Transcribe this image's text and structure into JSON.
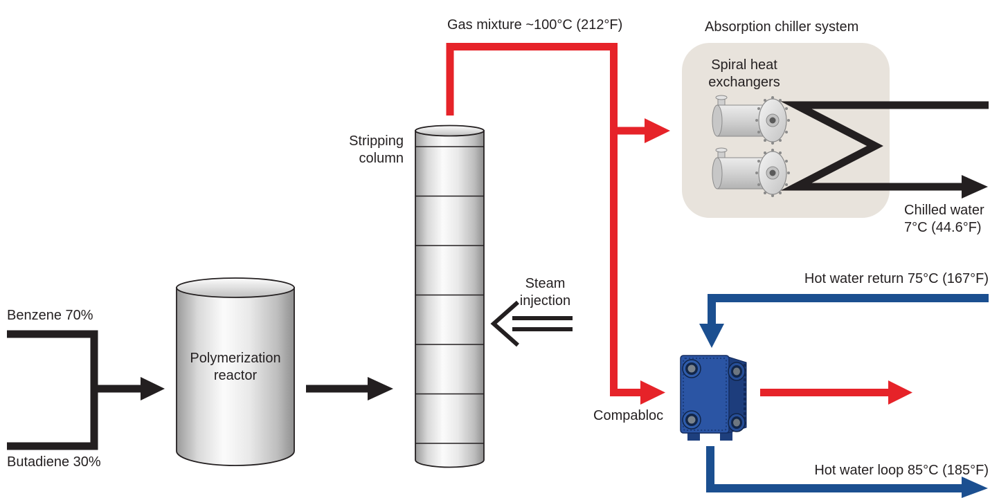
{
  "colors": {
    "red": "#e62329",
    "blue": "#1b4f90",
    "ink": "#231f20",
    "panel": "#e8e3dc"
  },
  "labels": {
    "gas_mixture": "Gas mixture ~100°C (212°F)",
    "absorption_chiller_system": "Absorption chiller system",
    "spiral_heat_exchangers": "Spiral heat\nexchangers",
    "chilled_water": "Chilled water\n7°C (44.6°F)",
    "stripping_column": "Stripping\ncolumn",
    "steam_injection": "Steam\ninjection",
    "polymerization_reactor": "Polymerization\nreactor",
    "benzene_feed": "Benzene 70%",
    "butadiene_feed": "Butadiene 30%",
    "hot_water_return": "Hot water return 75°C (167°F)",
    "compabloc": "Compabloc",
    "hot_water_loop": "Hot water loop 85°C (185°F)"
  }
}
